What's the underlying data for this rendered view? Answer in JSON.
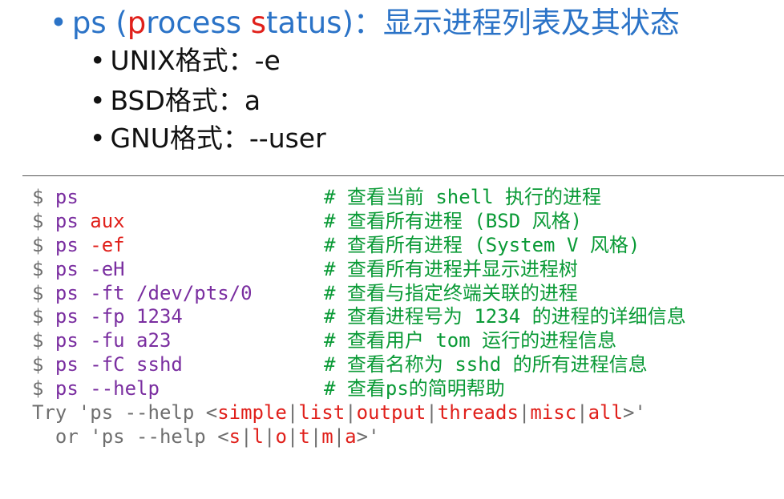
{
  "header": {
    "bullet": "•",
    "cmd": "ps",
    "open": " (",
    "p_red": "p",
    "rocess": "rocess ",
    "s_red": "s",
    "tatus": "tatus)",
    "desc": "：显示进程列表及其状态"
  },
  "formats": [
    {
      "text": "UNIX格式：-e"
    },
    {
      "text": "BSD格式：a"
    },
    {
      "text": "GNU格式：--user"
    }
  ],
  "terminal": {
    "rows": [
      {
        "prompt": "$",
        "cmd": "ps",
        "args": "",
        "comment": "# 查看当前 shell 执行的进程"
      },
      {
        "prompt": "$",
        "cmd": "ps",
        "args": "aux",
        "comment": "# 查看所有进程 (BSD 风格)"
      },
      {
        "prompt": "$",
        "cmd": "ps",
        "args": "-ef",
        "comment": "# 查看所有进程 (System V 风格)"
      },
      {
        "prompt": "$",
        "cmd": "ps -eH",
        "args": "",
        "comment": "# 查看所有进程并显示进程树"
      },
      {
        "prompt": "$",
        "cmd": "ps -ft /dev/pts/0",
        "args": "",
        "comment": "# 查看与指定终端关联的进程"
      },
      {
        "prompt": "$",
        "cmd": "ps -fp 1234",
        "args": "",
        "comment": "# 查看进程号为 1234 的进程的详细信息"
      },
      {
        "prompt": "$",
        "cmd": "ps -fu a23",
        "args": "",
        "comment": "# 查看用户 tom 运行的进程信息"
      },
      {
        "prompt": "$",
        "cmd": "ps -fC sshd",
        "args": "",
        "comment": "# 查看名称为 sshd 的所有进程信息"
      },
      {
        "prompt": "$",
        "cmd": "ps --help",
        "args": "",
        "comment": "# 查看ps的简明帮助"
      }
    ],
    "help1": {
      "prefix": "Try 'ps --help <",
      "opts": [
        "simple",
        "list",
        "output",
        "threads",
        "misc",
        "all"
      ],
      "sep": "|",
      "suffix": ">'"
    },
    "help2": {
      "prefix": "  or 'ps --help <",
      "opts": [
        "s",
        "l",
        "o",
        "t",
        "m",
        "a"
      ],
      "sep": "|",
      "suffix": ">'"
    }
  }
}
